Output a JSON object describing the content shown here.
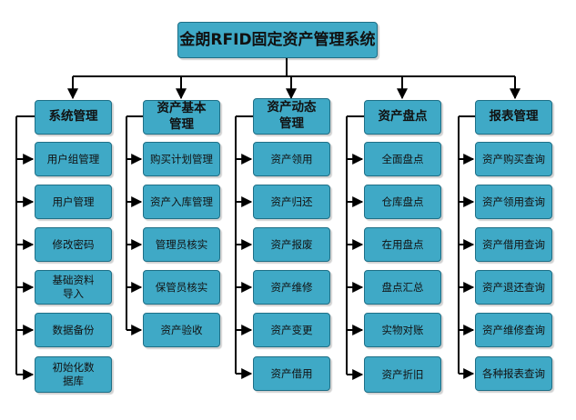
{
  "title": "金朗RFID固定资产管理系统",
  "categories": [
    {
      "label": "系统管理",
      "items": [
        "用户组管理",
        "用户管理",
        "修改密码",
        "基础资料\n导入",
        "数据备份",
        "初始化数\n据库"
      ]
    },
    {
      "label": "资产基本\n管理",
      "items": [
        "购买计划管理",
        "资产入库管理",
        "管理员核实",
        "保管员核实",
        "资产验收"
      ]
    },
    {
      "label": "资产动态\n管理",
      "items": [
        "资产领用",
        "资产归还",
        "资产报废",
        "资产维修",
        "资产变更",
        "资产借用"
      ]
    },
    {
      "label": "资产盘点",
      "items": [
        "全面盘点",
        "仓库盘点",
        "在用盘点",
        "盘点汇总",
        "实物对账",
        "资产折旧"
      ]
    },
    {
      "label": "报表管理",
      "items": [
        "资产购买查询",
        "资产领用查询",
        "资产借用查询",
        "资产退还查询",
        "资产维修查询",
        "各种报表查询"
      ]
    }
  ]
}
